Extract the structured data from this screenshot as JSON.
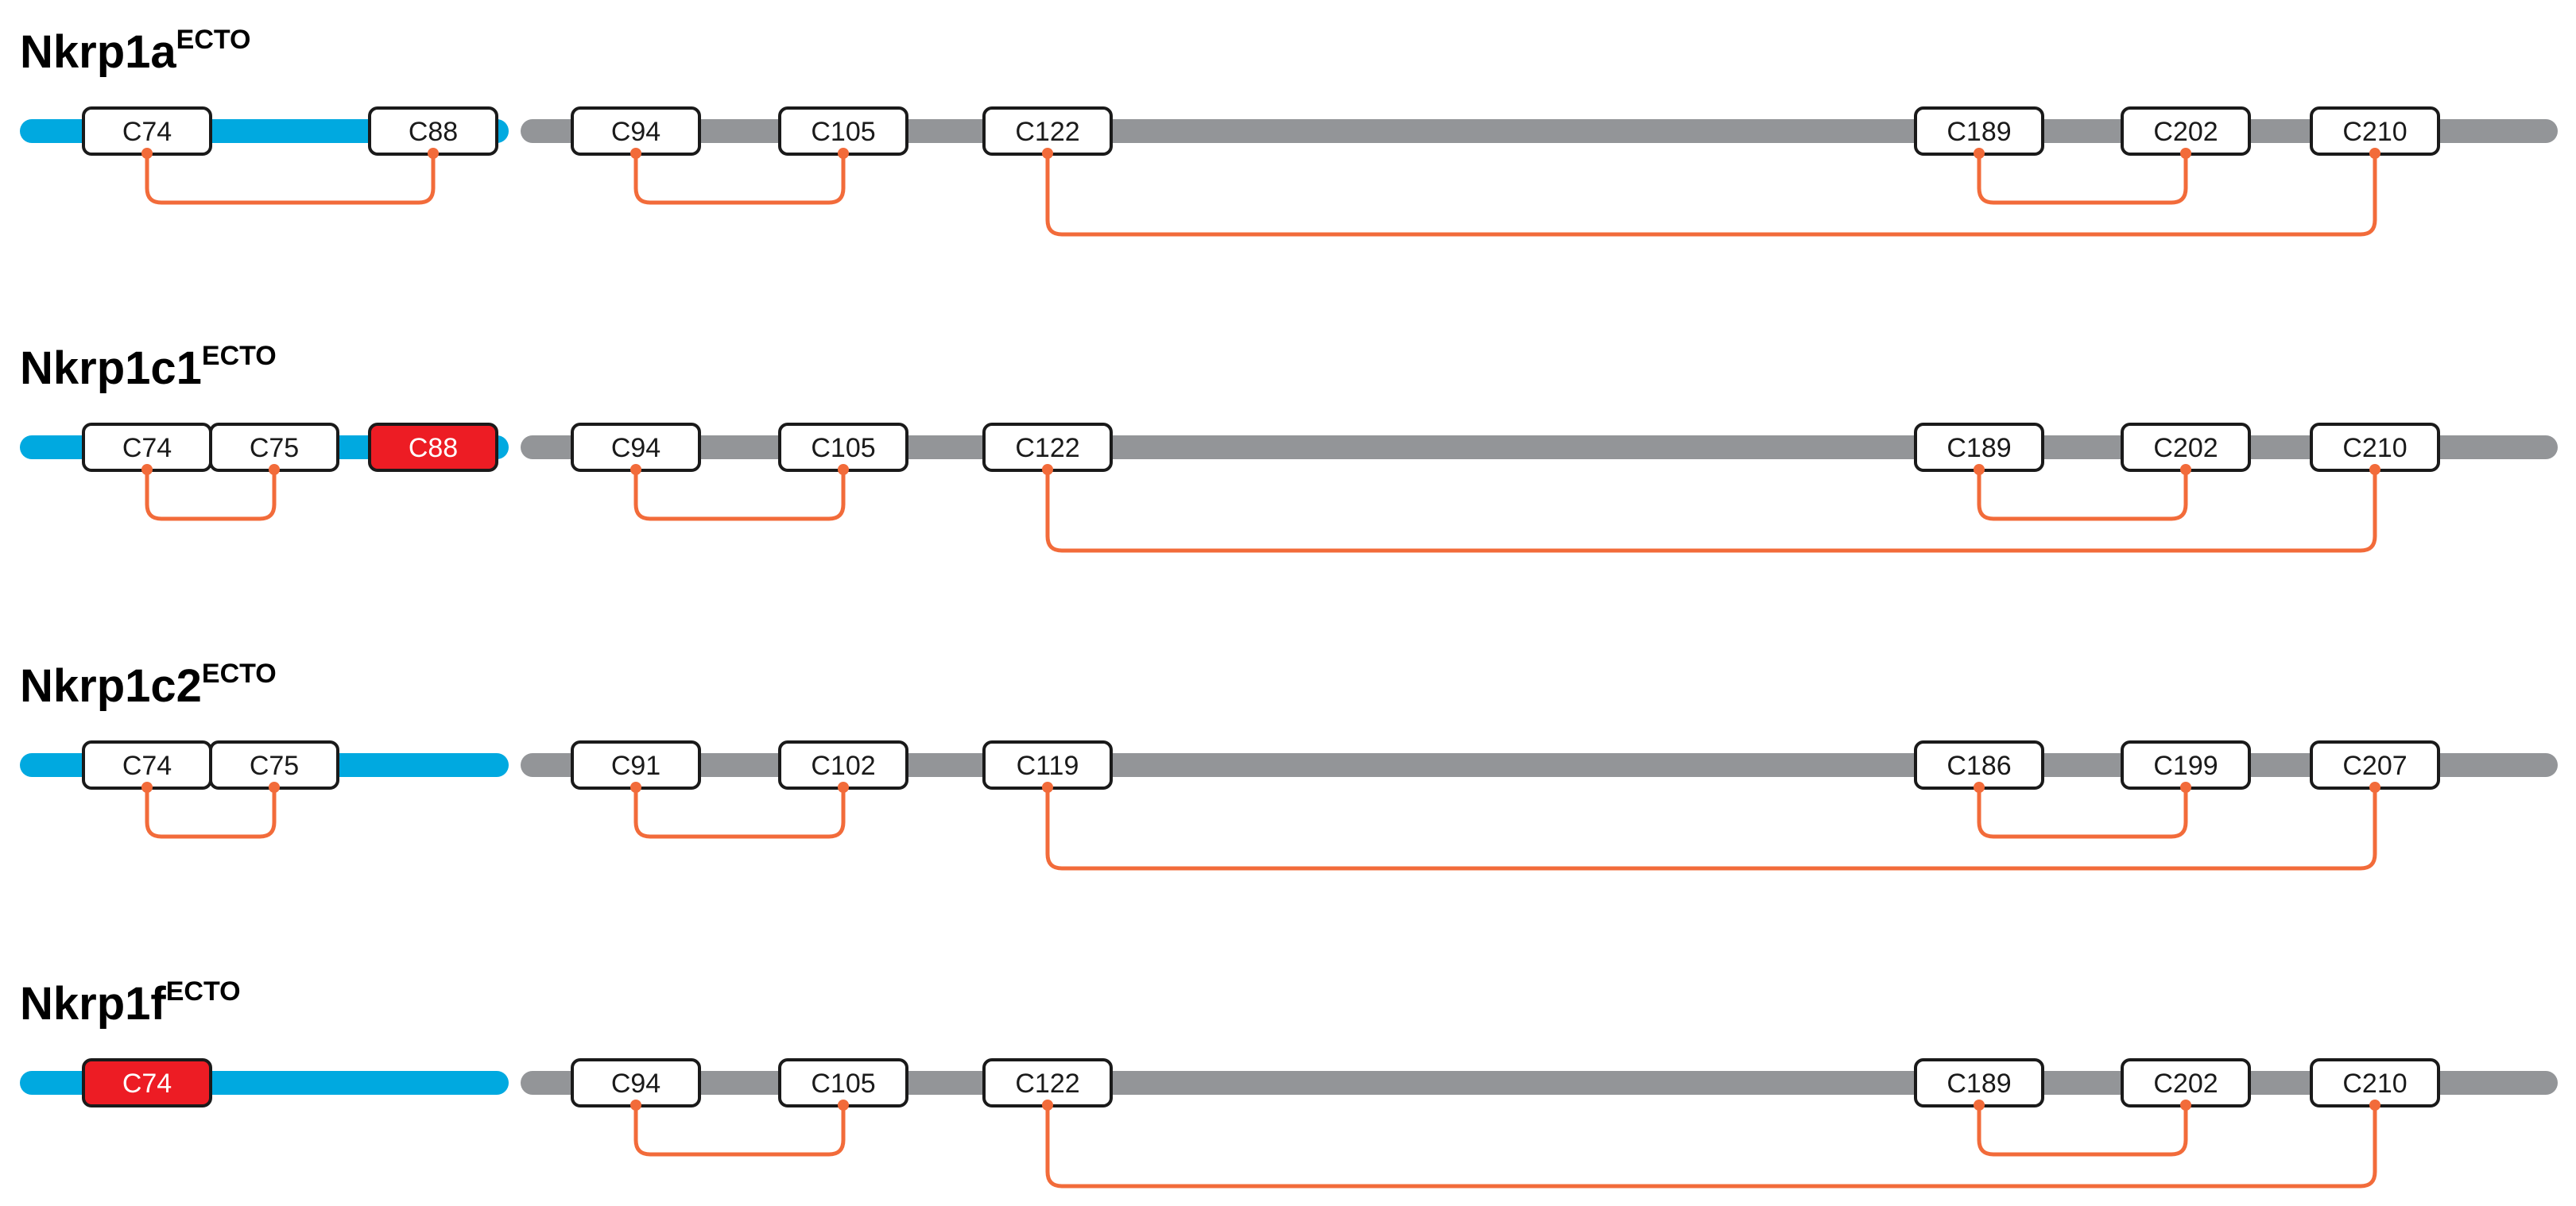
{
  "colors": {
    "propeptide_segment": "#00a9e0",
    "domain_segment": "#939598",
    "disulfide_bond": "#f26b3a",
    "free_cysteine_fill": "#ed1c24",
    "residue_fill": "#ffffff"
  },
  "constructs": [
    {
      "name": "Nkrp1a",
      "superscript": "ECTO",
      "residues": [
        {
          "label": "C74",
          "free": false
        },
        {
          "label": "C88",
          "free": false
        },
        {
          "label": "C94",
          "free": false
        },
        {
          "label": "C105",
          "free": false
        },
        {
          "label": "C122",
          "free": false
        },
        {
          "label": "C189",
          "free": false
        },
        {
          "label": "C202",
          "free": false
        },
        {
          "label": "C210",
          "free": false
        }
      ],
      "bonds": [
        [
          "C74",
          "C88"
        ],
        [
          "C94",
          "C105"
        ],
        [
          "C189",
          "C202"
        ],
        [
          "C122",
          "C210"
        ]
      ]
    },
    {
      "name": "Nkrp1c1",
      "superscript": "ECTO",
      "residues": [
        {
          "label": "C74",
          "free": false
        },
        {
          "label": "C75",
          "free": false
        },
        {
          "label": "C88",
          "free": true
        },
        {
          "label": "C94",
          "free": false
        },
        {
          "label": "C105",
          "free": false
        },
        {
          "label": "C122",
          "free": false
        },
        {
          "label": "C189",
          "free": false
        },
        {
          "label": "C202",
          "free": false
        },
        {
          "label": "C210",
          "free": false
        }
      ],
      "bonds": [
        [
          "C74",
          "C75"
        ],
        [
          "C94",
          "C105"
        ],
        [
          "C189",
          "C202"
        ],
        [
          "C122",
          "C210"
        ]
      ]
    },
    {
      "name": "Nkrp1c2",
      "superscript": "ECTO",
      "residues": [
        {
          "label": "C74",
          "free": false
        },
        {
          "label": "C75",
          "free": false
        },
        {
          "label": "C91",
          "free": false
        },
        {
          "label": "C102",
          "free": false
        },
        {
          "label": "C119",
          "free": false
        },
        {
          "label": "C186",
          "free": false
        },
        {
          "label": "C199",
          "free": false
        },
        {
          "label": "C207",
          "free": false
        }
      ],
      "bonds": [
        [
          "C74",
          "C75"
        ],
        [
          "C91",
          "C102"
        ],
        [
          "C186",
          "C199"
        ],
        [
          "C119",
          "C207"
        ]
      ]
    },
    {
      "name": "Nkrp1f",
      "superscript": "ECTO",
      "residues": [
        {
          "label": "C74",
          "free": true
        },
        {
          "label": "C94",
          "free": false
        },
        {
          "label": "C105",
          "free": false
        },
        {
          "label": "C122",
          "free": false
        },
        {
          "label": "C189",
          "free": false
        },
        {
          "label": "C202",
          "free": false
        },
        {
          "label": "C210",
          "free": false
        }
      ],
      "bonds": [
        [
          "C94",
          "C105"
        ],
        [
          "C189",
          "C202"
        ],
        [
          "C122",
          "C210"
        ]
      ]
    }
  ]
}
